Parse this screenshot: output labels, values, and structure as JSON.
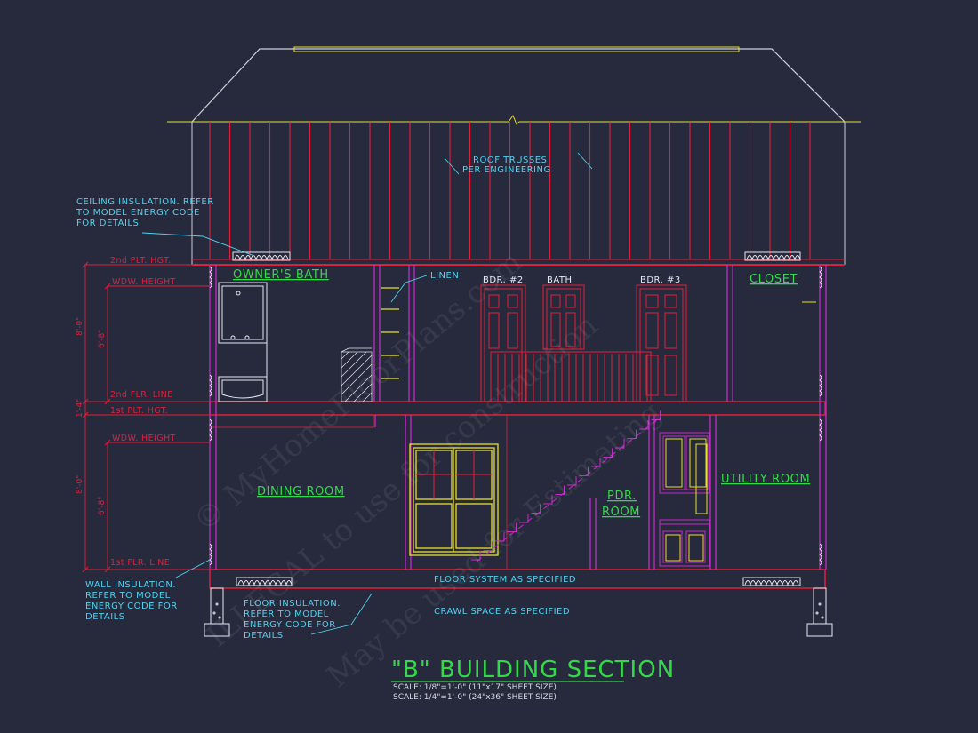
{
  "section_title": "\"B\" BUILDING SECTION",
  "scales": [
    "SCALE: 1/8\"=1'-0\" (11\"x17\" SHEET SIZE)",
    "SCALE: 1/4\"=1'-0\" (24\"x36\" SHEET SIZE)"
  ],
  "rooms": {
    "owners_bath": "OWNER'S BATH",
    "closet": "CLOSET",
    "dining_room": "DINING ROOM",
    "pdr_room_1": "PDR.",
    "pdr_room_2": "ROOM",
    "utility_room": "UTILITY ROOM",
    "bdr2": "BDR. #2",
    "bath": "BATH",
    "bdr3": "BDR. #3"
  },
  "notes": {
    "roof_trusses_1": "ROOF TRUSSES",
    "roof_trusses_2": "PER ENGINEERING",
    "ceiling_1": "CEILING INSULATION. REFER",
    "ceiling_2": "TO MODEL ENERGY CODE",
    "ceiling_3": "FOR DETAILS",
    "linen": "LINEN",
    "floor_system": "FLOOR SYSTEM AS SPECIFIED",
    "crawl_space": "CRAWL SPACE AS SPECIFIED",
    "wall_1": "WALL INSULATION.",
    "wall_2": "REFER TO MODEL",
    "wall_3": "ENERGY CODE FOR",
    "wall_4": "DETAILS",
    "floor_ins_1": "FLOOR INSULATION.",
    "floor_ins_2": "REFER TO MODEL",
    "floor_ins_3": "ENERGY CODE FOR",
    "floor_ins_4": "DETAILS"
  },
  "levels": {
    "plt_2nd": "2nd PLT. HGT.",
    "wdw_2nd": "WDW. HEIGHT",
    "flr_2nd": "2nd FLR. LINE",
    "plt_1st": "1st PLT. HGT.",
    "wdw_1st": "WDW. HEIGHT",
    "flr_1st": "1st FLR. LINE"
  },
  "dimensions": {
    "upper_total": "8'-0\"",
    "upper_wdw": "6'-8\"",
    "floor_depth": "1'-4\"",
    "lower_total": "8'-0\"",
    "lower_wdw": "6'-8\""
  },
  "watermark": [
    "© MyHomeFloorPlans.com",
    "ILLEGAL to use for construction",
    "May be used for Estimating"
  ],
  "colors": {
    "background": "#272a3d",
    "framing": "#e0203a",
    "walls": "#c42ac8",
    "windows": "#e6e02a",
    "annotation": "#4fd2f0",
    "room_labels": "#34d94a"
  }
}
